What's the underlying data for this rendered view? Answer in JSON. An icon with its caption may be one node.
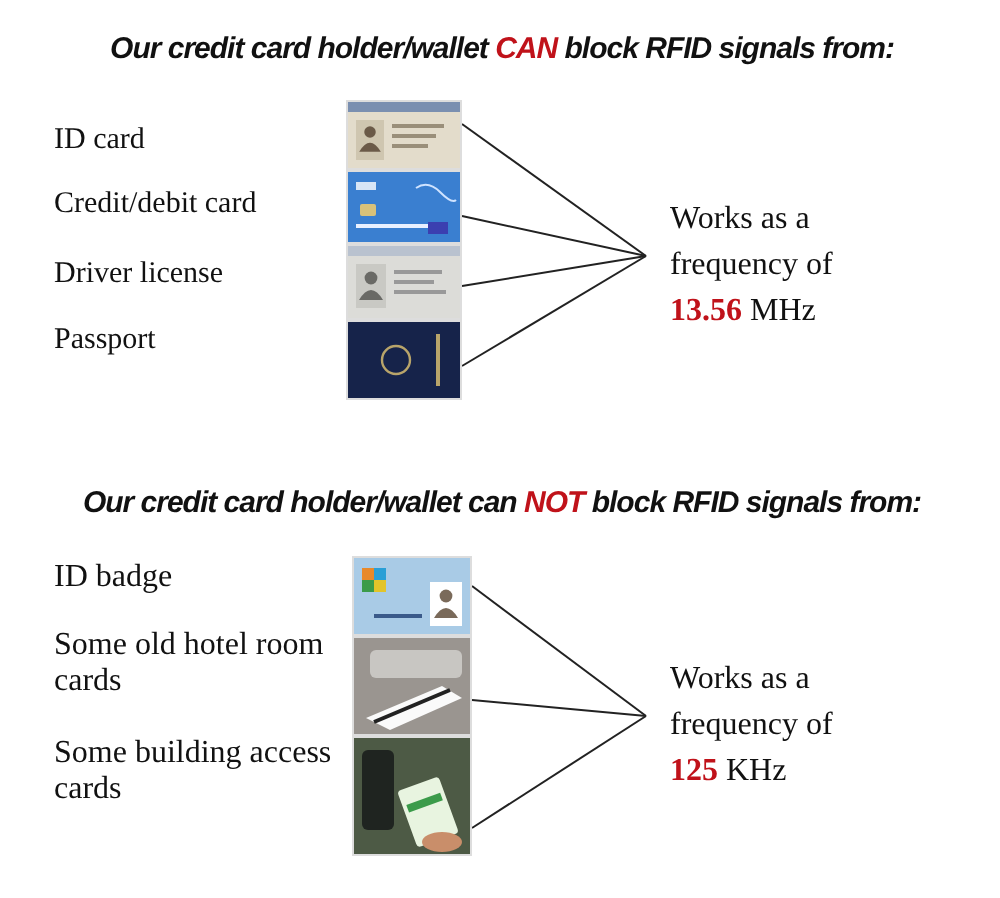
{
  "diagram": {
    "nodes": [
      {
        "text": [],
        "shape": "picture"
      },
      {
        "text": [],
        "shape": "picture"
      },
      {
        "text": [],
        "shape": "picture"
      },
      {
        "text": [],
        "shape": "picture"
      },
      {
        "text": [
          "Works as a frequency of **13.56** MHz"
        ]
      },
      {
        "text": [],
        "shape": "picture"
      },
      {
        "text": [],
        "shape": "picture"
      },
      {
        "text": [],
        "shape": "picture"
      },
      {
        "text": [
          "Works as a frequency of **125** KHz"
        ]
      }
    ],
    "edges": [
      {
        "from": 0,
        "to": 4,
        "arrow": "none"
      },
      {
        "from": 1,
        "to": 4,
        "arrow": "none"
      },
      {
        "from": 2,
        "to": 4,
        "arrow": "none"
      },
      {
        "from": 3,
        "to": 4,
        "arrow": "none"
      },
      {
        "from": 5,
        "to": 8,
        "arrow": "none"
      },
      {
        "from": 6,
        "to": 8,
        "arrow": "none"
      },
      {
        "from": 7,
        "to": 8,
        "arrow": "none"
      }
    ],
    "labels": [
      "Our credit card holder/wallet **CAN** block RFID signals from:",
      "ID card",
      "Credit/debit card",
      "Driver license",
      "Passport",
      "Our credit card holder/wallet can **NOT** block RFID signals from:",
      "ID badge",
      "Some old hotel room cards",
      "Some building access cards"
    ]
  }
}
